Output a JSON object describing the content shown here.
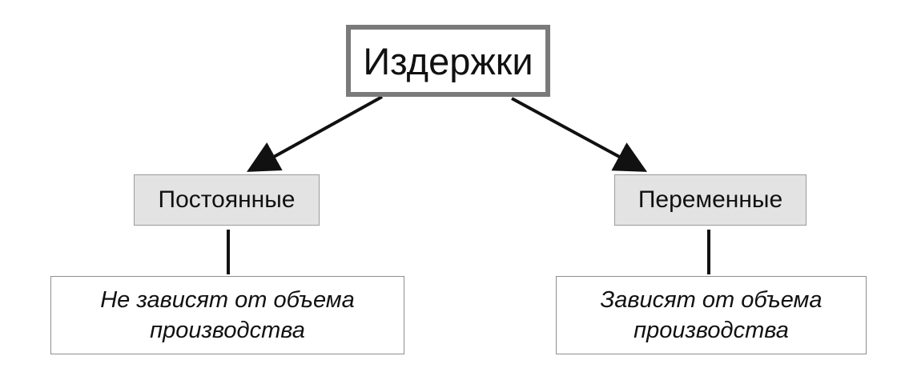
{
  "root": {
    "label": "Издержки"
  },
  "categories": [
    {
      "label": "Постоянные",
      "description": "Не зависят от объема производства"
    },
    {
      "label": "Переменные",
      "description": "Зависят от объема производства"
    }
  ],
  "colors": {
    "root_border": "#7a7a7a",
    "category_fill": "#e3e3e3",
    "category_border": "#9a9a9a",
    "note_border": "#8e8e8e",
    "connector": "#111111"
  }
}
